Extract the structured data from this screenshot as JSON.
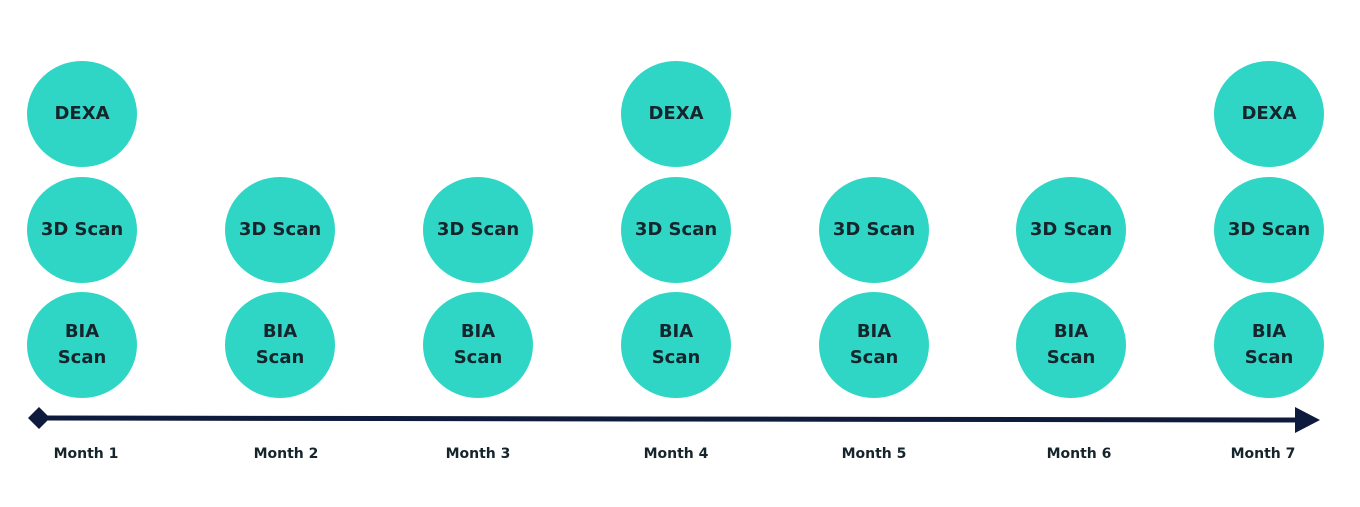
{
  "colors": {
    "circle_fill": "#2fd6c6",
    "text": "#15252b",
    "axis": "#0e1b3d"
  },
  "timeline": {
    "months": [
      {
        "label": "Month 1",
        "dexa": "DEXA",
        "scan3d": "3D Scan",
        "bia": [
          "BIA",
          "Scan"
        ]
      },
      {
        "label": "Month 2",
        "dexa": "",
        "scan3d": "3D Scan",
        "bia": [
          "BIA",
          "Scan"
        ]
      },
      {
        "label": "Month 3",
        "dexa": "",
        "scan3d": "3D Scan",
        "bia": [
          "BIA",
          "Scan"
        ]
      },
      {
        "label": "Month 4",
        "dexa": "DEXA",
        "scan3d": "3D Scan",
        "bia": [
          "BIA",
          "Scan"
        ]
      },
      {
        "label": "Month 5",
        "dexa": "",
        "scan3d": "3D Scan",
        "bia": [
          "BIA",
          "Scan"
        ]
      },
      {
        "label": "Month 6",
        "dexa": "",
        "scan3d": "3D Scan",
        "bia": [
          "BIA",
          "Scan"
        ]
      },
      {
        "label": "Month 7",
        "dexa": "DEXA",
        "scan3d": "3D Scan",
        "bia": [
          "BIA",
          "Scan"
        ]
      }
    ]
  }
}
